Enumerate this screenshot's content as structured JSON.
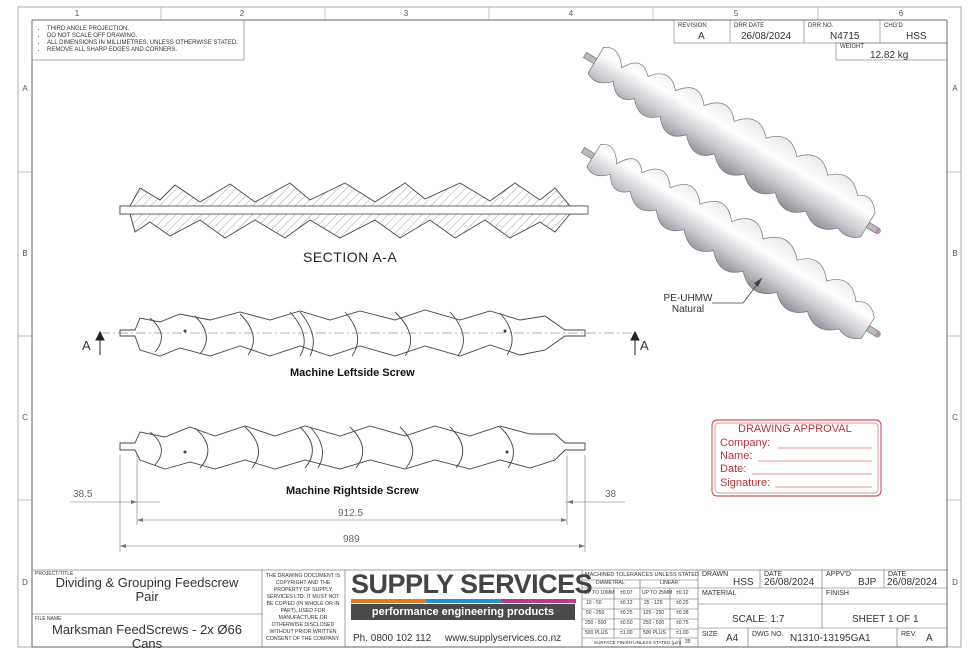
{
  "zones": {
    "top": [
      "1",
      "2",
      "3",
      "4",
      "5",
      "6"
    ],
    "side": [
      "A",
      "B",
      "C",
      "D"
    ]
  },
  "notes": [
    "THIRD ANGLE PROJECTION.",
    "DO NOT SCALE OFF DRAWING.",
    "ALL DIMENSIONS IN MILLIMETRES, UNLESS OTHERWISE STATED.",
    "REMOVE ALL SHARP EDGES AND CORNERS."
  ],
  "revision_block": {
    "revision_label": "REVISION",
    "revision": "A",
    "drr_date_label": "DRR DATE",
    "drr_date": "26/08/2024",
    "drr_no_label": "DRR NO.",
    "drr_no": "N4715",
    "chgd_label": "CHG'D",
    "chgd": "HSS",
    "weight_label": "WEIGHT",
    "weight": "12.82 kg"
  },
  "views": {
    "section_title": "SECTION A-A",
    "section_marker": "A",
    "left_label": "Machine Leftside Screw",
    "right_label": "Machine Rightside Screw",
    "material_callout": [
      "PE-UHMW",
      "Natural"
    ]
  },
  "dimensions": {
    "left_end": "38.5",
    "right_end": "38",
    "middle": "912.5",
    "overall": "989"
  },
  "approval": {
    "title": "DRAWING APPROVAL",
    "fields": [
      "Company:",
      "Name:",
      "Date:",
      "Signature:"
    ]
  },
  "title_block": {
    "project_label": "PROJECT/TITLE",
    "project_title": [
      "Dividing & Grouping Feedscrew",
      "Pair"
    ],
    "file_label": "FILE NAME",
    "file_name": [
      "Marksman FeedScrews - 2x Ø66",
      "Cans"
    ],
    "copyright": "THE DRAWING DOCUMENT IS COPYRIGHT AND THE PROPERTY OF SUPPLY SERVICES LTD. IT MUST NOT BE COPIED (IN WHOLE OR IN PART), USED FOR MANUFACTURE OR OTHERWISE DISCLOSED WITHOUT PRIOR WRITTEN CONSENT OF THE COMPANY.",
    "company": "SUPPLY SERVICES",
    "tagline": "performance engineering products",
    "phone": "Ph. 0800 102 112",
    "website": "www.supplyservices.co.nz",
    "tolerances": {
      "title": "MACHINED TOLERANCES UNLESS STATED",
      "headers": [
        "DIAMETRAL",
        "LINEAR"
      ],
      "rows": [
        [
          "UP TO 10MM",
          "±0.07",
          "UP TO 25MM",
          "±0.12"
        ],
        [
          "10 - 50",
          "±0.12",
          "25 - 125",
          "±0.25"
        ],
        [
          "50 - 250",
          "±0.25",
          "125 - 250",
          "±0.38"
        ],
        [
          "250 - 500",
          "±0.50",
          "250 - 500",
          "±0.75"
        ],
        [
          "500 PLUS",
          "±1.00",
          "500 PLUS",
          "±1.00"
        ]
      ],
      "surface_label": "SURFACE FINISH UNLESS STATED (µm)",
      "surface_value": "35"
    },
    "drawn_label": "DRAWN",
    "drawn": "HSS",
    "date1_label": "DATE",
    "date1": "26/08/2024",
    "appvd_label": "APPV'D",
    "appvd": "BJP",
    "date2_label": "DATE",
    "date2": "26/08/2024",
    "material_label": "MATERIAL",
    "finish_label": "FINISH",
    "scale": "SCALE:  1:7",
    "sheet": "SHEET 1 OF 1",
    "size_label": "SIZE",
    "size": "A4",
    "dwg_label": "DWG NO.",
    "dwg_no": "N1310-13195GA1",
    "rev_label": "REV.",
    "rev": "A"
  },
  "colors": {
    "line": "#555555",
    "approval": "#c0303a",
    "bar_orange": "#e87722",
    "bar_blue": "#2a8fd0",
    "bar_magenta": "#c0398c"
  }
}
